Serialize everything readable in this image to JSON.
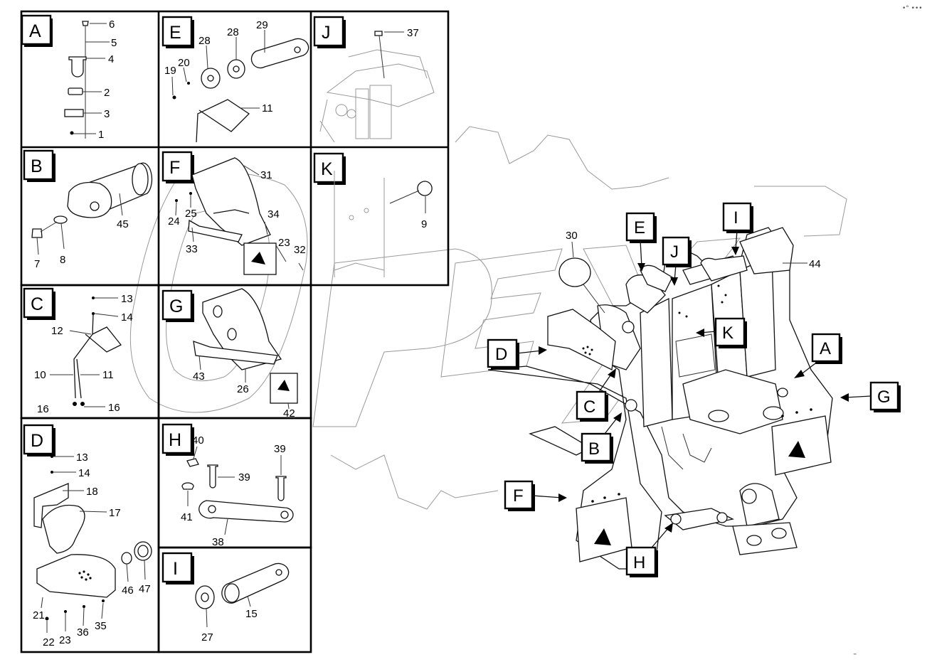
{
  "corner_mark": "•° •••",
  "watermark_text": "OPEX",
  "panels": [
    {
      "id": "A",
      "parts": [
        "6",
        "5",
        "4",
        "2",
        "3",
        "1"
      ]
    },
    {
      "id": "E",
      "parts": [
        "29",
        "28",
        "28",
        "20",
        "19",
        "11"
      ]
    },
    {
      "id": "J",
      "parts": [
        "37"
      ]
    },
    {
      "id": "B",
      "parts": [
        "45",
        "7",
        "8"
      ]
    },
    {
      "id": "F",
      "parts": [
        "31",
        "24",
        "25",
        "34",
        "33",
        "23",
        "32"
      ]
    },
    {
      "id": "K",
      "parts": [
        "9"
      ]
    },
    {
      "id": "C",
      "parts": [
        "13",
        "14",
        "12",
        "10",
        "11",
        "16",
        "16"
      ]
    },
    {
      "id": "G",
      "parts": [
        "43",
        "26",
        "42"
      ]
    },
    {
      "id": "D",
      "parts": [
        "13",
        "14",
        "18",
        "17",
        "46",
        "47",
        "21",
        "22",
        "23",
        "36",
        "35"
      ]
    },
    {
      "id": "H",
      "parts": [
        "40",
        "39",
        "39",
        "41",
        "38"
      ]
    },
    {
      "id": "I",
      "parts": [
        "15",
        "27"
      ]
    }
  ],
  "main_view": {
    "callouts": [
      "E",
      "I",
      "J",
      "K",
      "D",
      "C",
      "B",
      "A",
      "G",
      "F",
      "H"
    ],
    "parts": [
      "30",
      "44"
    ]
  }
}
